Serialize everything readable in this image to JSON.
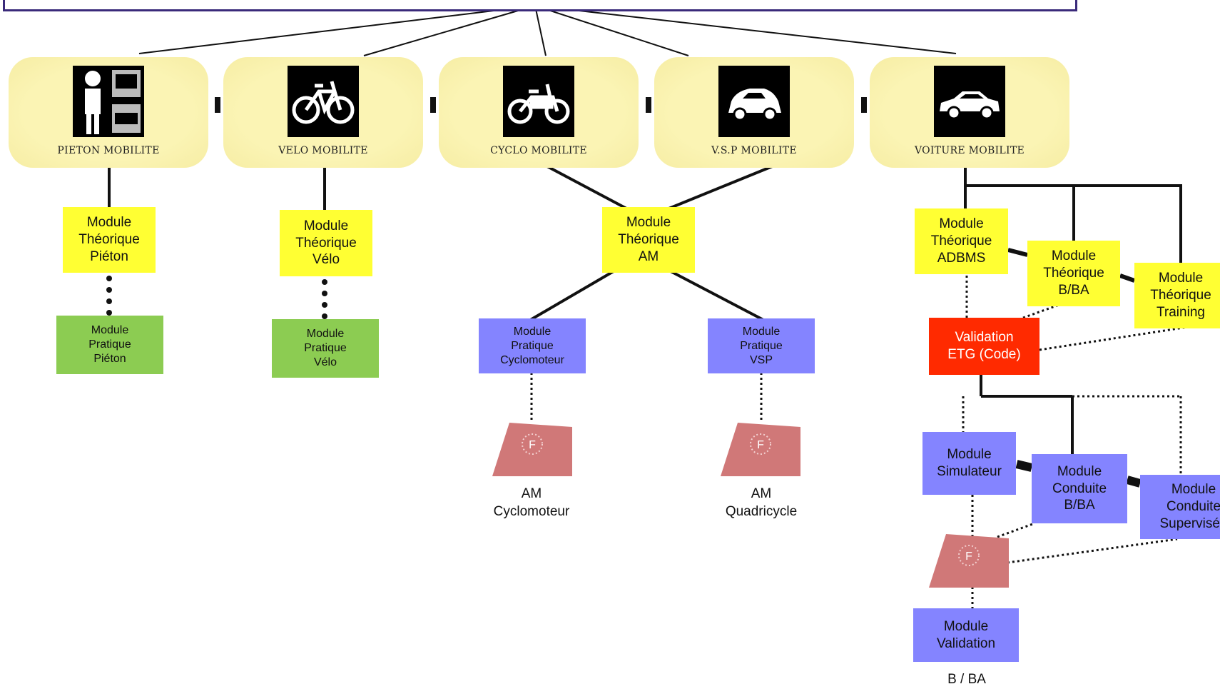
{
  "categories": [
    {
      "label": "PIETON MOBILITE",
      "icon": "pedestrian-icon"
    },
    {
      "label": "VELO MOBILITE",
      "icon": "bicycle-icon"
    },
    {
      "label": "CYCLO MOBILITE",
      "icon": "moped-icon"
    },
    {
      "label": "V.S.P MOBILITE",
      "icon": "small-car-icon"
    },
    {
      "label": "VOITURE MOBILITE",
      "icon": "car-icon"
    }
  ],
  "modules": {
    "theorique_pieton": "Module\nThéorique\nPiéton",
    "pratique_pieton": "Module\nPratique\nPiéton",
    "theorique_velo": "Module\nThéorique\nVélo",
    "pratique_velo": "Module\nPratique\nVélo",
    "theorique_am": "Module\nThéorique\nAM",
    "pratique_cyclomoteur": "Module\nPratique\nCyclomoteur",
    "pratique_vsp": "Module\nPratique\nVSP",
    "theorique_adbms": "Module\nThéorique\nADBMS",
    "theorique_bba": "Module\nThéorique\nB/BA",
    "theorique_training": "Module\nThéorique\nTraining",
    "validation_etg": "Validation\nETG (Code)",
    "simulateur": "Module\nSimulateur",
    "conduite_bba": "Module\nConduite\nB/BA",
    "conduite_supervisee": "Module\nConduite\nSupervisée",
    "validation": "Module\nValidation"
  },
  "licenses": [
    {
      "caption": "AM\nCyclomoteur",
      "icon": "license-card-icon"
    },
    {
      "caption": "AM\nQuadricycle",
      "icon": "license-card-icon"
    },
    {
      "caption": "B / BA",
      "icon": "license-card-icon"
    }
  ],
  "license_card_letter": "F",
  "colors": {
    "theorique": "#ffff33",
    "pratique_pieton_velo": "#8ccc52",
    "pratique": "#8484ff",
    "validation_code": "#ff2a00",
    "category_bg": "#fbf4b4",
    "header_border": "#3a2a7a"
  }
}
